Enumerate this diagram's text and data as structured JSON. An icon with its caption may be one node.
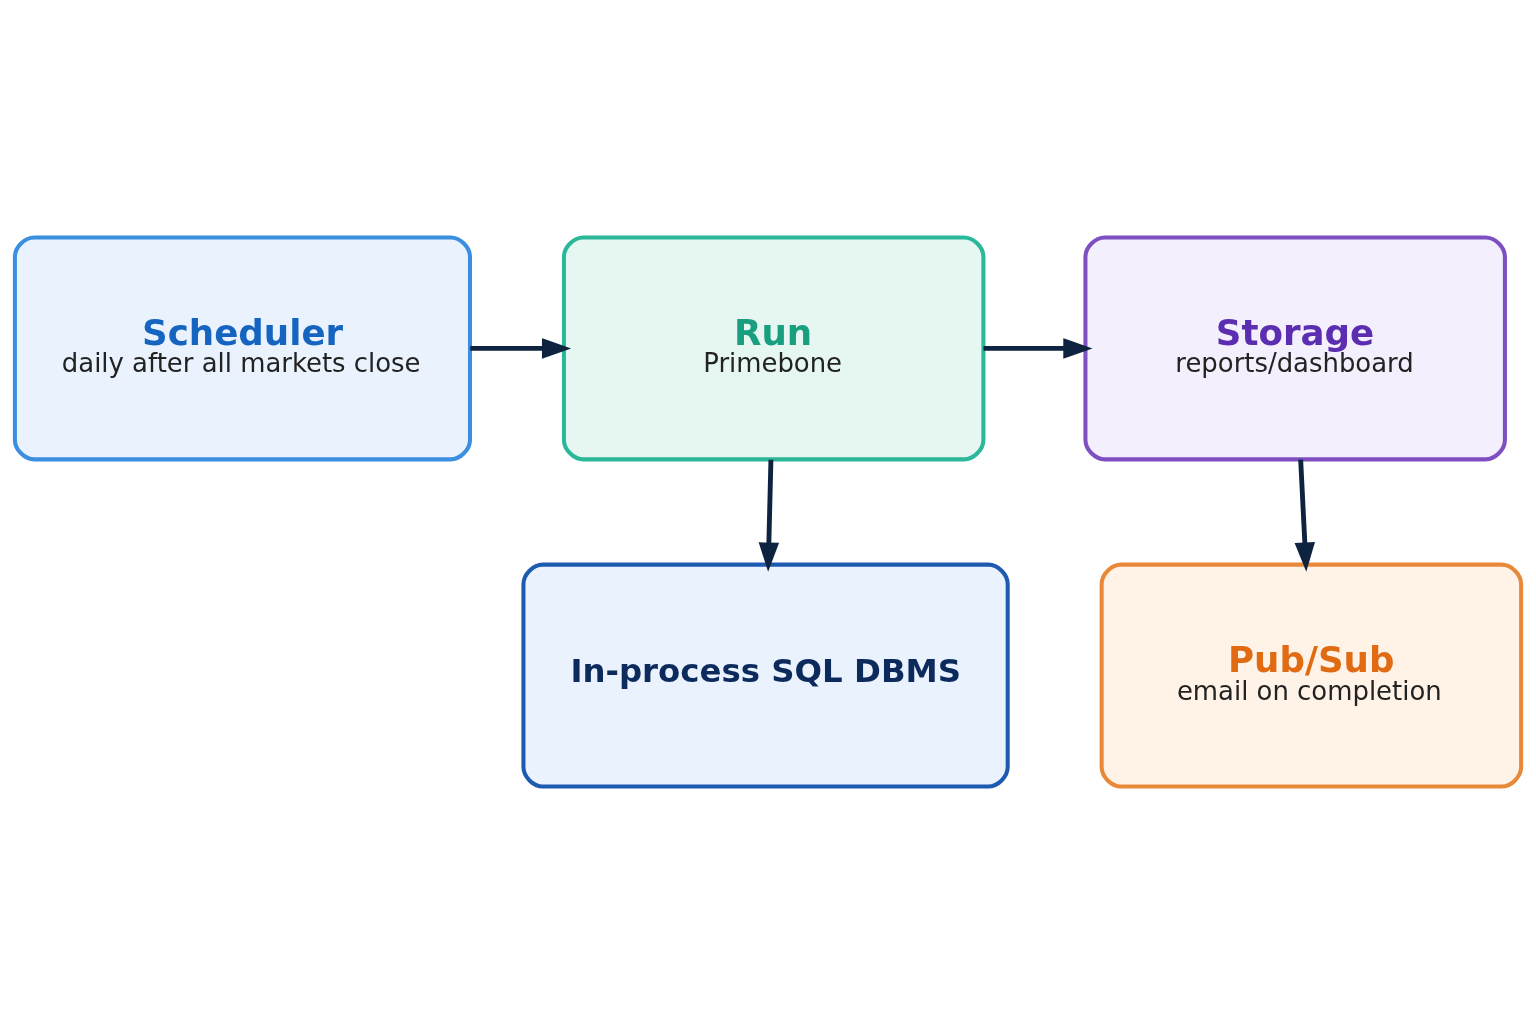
{
  "diagram": {
    "nodes": [
      {
        "text": [
          "Scheduler",
          "daily after all markets close"
        ]
      },
      {
        "text": [
          "Run",
          "Primebone"
        ]
      },
      {
        "text": [
          "Storage",
          "reports/dashboard"
        ]
      },
      {
        "text": [
          "In-process SQL DBMS"
        ]
      },
      {
        "text": [
          "Pub/Sub",
          "email on completion"
        ]
      }
    ],
    "edges": [
      {
        "from": 0,
        "to": 1,
        "arrow": "to"
      },
      {
        "from": 1,
        "to": 2,
        "arrow": "to"
      },
      {
        "from": 1,
        "to": 3,
        "arrow": "to"
      },
      {
        "from": 2,
        "to": 4,
        "arrow": "to"
      }
    ]
  }
}
